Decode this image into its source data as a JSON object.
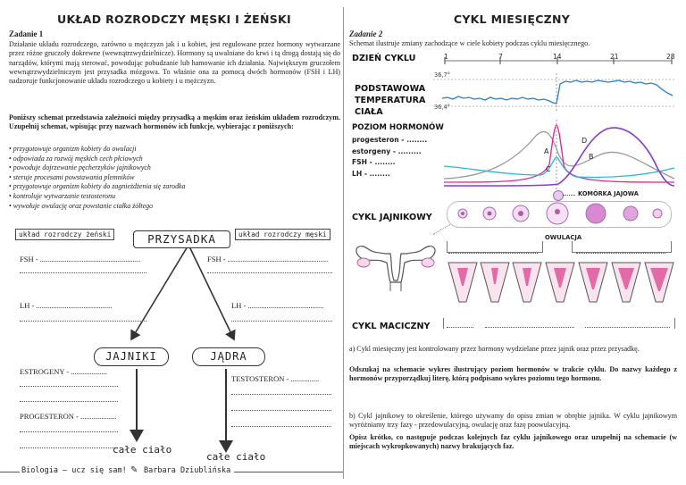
{
  "left": {
    "title": "UKŁAD ROZRODCZY MĘSKI I ŻEŃSKI",
    "task_label": "Zadanie 1",
    "para1": "Działanie układu rozrodczego, zarówno u mężczyzn jak i u kobiet, jest regulowane przez hormony wytwarzane przez różne gruczoły dokrewne (wewnątrzwydzielnicze). Hormony są uwalniane do krwi i tą drogą dostają się do narządów, którymi mają sterować, powodując pobudzanie lub hamowanie ich działania. Największym gruczołem wewnątrzwydzielniczym jest przysadka mózgowa. To właśnie ona za pomocą dwóch hormonów (FSH i LH) nadzoruje funkcjonowanie układu rozrodczego u kobiety i u mężczyzn.",
    "para2": "Poniższy schemat przedstawia zależności między przysadką a męskim oraz żeńskim układem rozrodczym. Uzupełnij schemat, wpisując przy nazwach hormonów ich funkcje, wybierając z poniższych:",
    "options": [
      "przygotowuje organizm kobiety do owulacji",
      "odpowiada za rozwój męskich cech płciowych",
      "powoduje dojrzewanie pęcherzyków jajnikowych",
      "steruje procesami powstawania plemników",
      "przygotowuje organizm kobiety do zagnieżdżenia się zarodka",
      "kontroluje wytwarzanie testosteronu",
      "wywołuje owulację oraz powstanie ciałka żółtego"
    ],
    "tag_female": "układ rozrodczy żeński",
    "tag_male": "układ rozrodczy męski",
    "gland": "PRZYSADKA",
    "fsh_f": "FSH - .....................................................",
    "fsh_m": "FSH - .....................................................",
    "lh_f": "LH - ........................................",
    "lh_m": "LH - ........................................",
    "ovaries": "JAJNIKI",
    "testes": "JĄDRA",
    "estrogen": "ESTROGENY - ...................",
    "testosterone": "TESTOSTERON - ...............",
    "progesterone": "PROGESTERON - ...................",
    "body_f": "całe ciało",
    "body_m": "całe ciało",
    "footer_left": "Biologia – ucz się sam!",
    "footer_author": "Barbara Dziublińska"
  },
  "right": {
    "title": "CYKL MIESIĘCZNY",
    "task_label": "Zadanie 2",
    "intro": "Schemat ilustruje zmiany zachodzące w ciele kobiety podczas cyklu miesięcznego.",
    "day_label": "DZIEŃ CYKLU",
    "days": [
      "1",
      "7",
      "14",
      "21",
      "28"
    ],
    "temp_label": [
      "PODSTAWOWA",
      "TEMPERATURA",
      "CIAŁA"
    ],
    "temp_hi": "36,7°",
    "temp_lo": "36,4°",
    "hormone_level": "POZIOM HORMONÓW",
    "hormones": [
      "progesteron - ........",
      "estorgeny - .........",
      "FSH - ........",
      "LH - ........"
    ],
    "curve_letters": [
      "A",
      "B",
      "C",
      "D"
    ],
    "egg_cell": "KOMÓRKA JAJOWA",
    "ovary_cycle": "CYKL JAJNIKOWY",
    "ovulation": "OWULACJA",
    "uterine_cycle": "CYKL MACICZNY",
    "qa_text": "a) Cykl miesięczny jest kontrolowany przez hormony wydzielane przez jajnik oraz przez przysadkę.",
    "qa_bold": "Odszukaj na schemacie wykres ilustrujący poziom hormonów w trakcie cyklu. Do nazwy każdego z hormonów przyporządkuj literę, którą podpisano wykres poziomu tego hormonu.",
    "qb_text": "b) Cykl jajnikowy to określenie, którego używamy do opisu zmian w obrębie jajnika. W cyklu jajnikowym wyróżniamy trzy fazy - przedowulacyjną, owulację oraz fazę poowulacyjną.",
    "qb_bold": "Opisz krótko, co następuje podczas kolejnych faz cyklu jajnikowego oraz uzupełnij na schemacie (w miejscach wykropkowanych) nazwy brakujących faz."
  }
}
